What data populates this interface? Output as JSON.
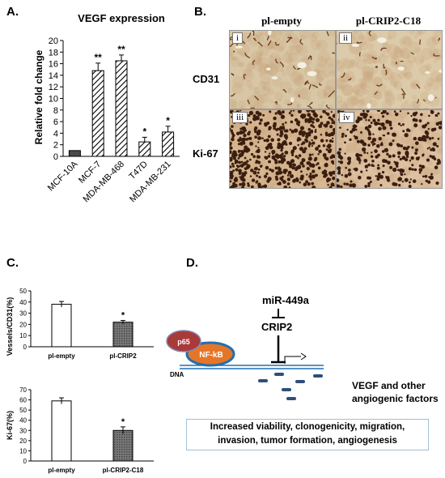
{
  "panels": {
    "a": "A.",
    "b": "B.",
    "c": "C.",
    "d": "D."
  },
  "chart_data": [
    {
      "type": "bar",
      "title": "VEGF expression",
      "ylabel": "Relative fold change",
      "xlabel": "",
      "ylim": [
        0,
        20
      ],
      "yticks": [
        0,
        2,
        4,
        6,
        8,
        10,
        12,
        14,
        16,
        18,
        20
      ],
      "categories": [
        "MCF-10A",
        "MCF-7",
        "MDA-MB-468",
        "T47D",
        "MDA-MB-231"
      ],
      "values": [
        1,
        14.8,
        16.5,
        2.5,
        4.2
      ],
      "errors": [
        0,
        1.3,
        1.0,
        0.8,
        1.0
      ],
      "significance": [
        "",
        "**",
        "**",
        "*",
        "*"
      ],
      "grid": false
    },
    {
      "type": "bar",
      "title": "",
      "ylabel": "Vessels/CD31(%)",
      "xlabel": "",
      "ylim": [
        0,
        50
      ],
      "yticks": [
        0,
        10,
        20,
        30,
        40,
        50
      ],
      "categories": [
        "pl-empty",
        "pl-CRIP2"
      ],
      "values": [
        38,
        22
      ],
      "errors": [
        2.5,
        1.5
      ],
      "significance": [
        "",
        "*"
      ],
      "grid": false
    },
    {
      "type": "bar",
      "title": "",
      "ylabel": "Ki-67(%)",
      "xlabel": "",
      "ylim": [
        0,
        70
      ],
      "yticks": [
        0,
        10,
        20,
        30,
        40,
        50,
        60,
        70
      ],
      "categories": [
        "pl-empty",
        "pl-CRIP2-C18"
      ],
      "values": [
        59,
        30
      ],
      "errors": [
        3,
        3.5
      ],
      "significance": [
        "",
        "*"
      ],
      "grid": false
    }
  ],
  "micrographs": {
    "columns": [
      "pl-empty",
      "pl-CRIP2-C18"
    ],
    "rows": [
      "CD31",
      "Ki-67"
    ],
    "tags": [
      "i",
      "ii",
      "iii",
      "iv"
    ]
  },
  "diagram": {
    "mirna": "miR-449a",
    "gene": "CRIP2",
    "p65": "p65",
    "nfkb": "NF-kB",
    "dna": "DNA",
    "factors_line1": "VEGF and other",
    "factors_line2": "angiogenic factors",
    "outcome_line1": "Increased viability, clonogenicity, migration,",
    "outcome_line2": "invasion, tumor formation, angiogenesis"
  },
  "colors": {
    "cd31_bg": "#d9c7a4",
    "ki67_bg": "#d9b993",
    "nucleus": "#3a1e10",
    "p65": "#a83a3a",
    "nfkb": "#e57627",
    "dna": "#1f6fb2",
    "box_border": "#9fc0d6"
  }
}
